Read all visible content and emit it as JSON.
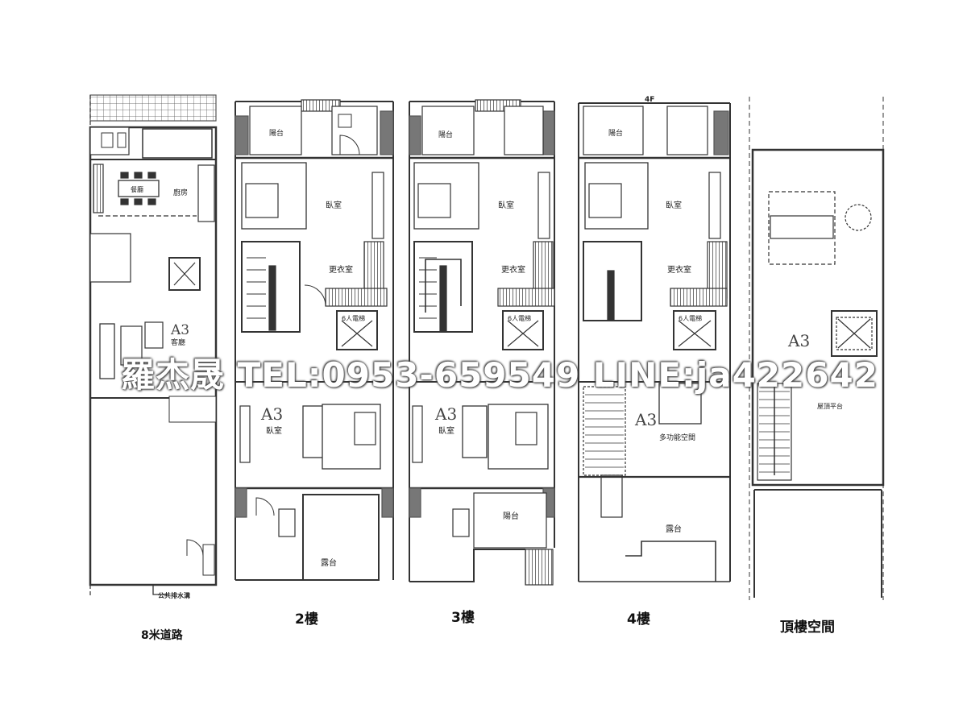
{
  "floors": {
    "ground": {
      "caption": "8米道路",
      "unit": "A3",
      "dining": "餐廳",
      "kitchen": "廚房",
      "living": "客廳",
      "drain": "公共排水溝"
    },
    "f2": {
      "caption": "2樓",
      "unit": "A3",
      "balcony_top": "陽台",
      "bedroom_top": "臥室",
      "closet": "更衣室",
      "elevator": "6人電梯",
      "bedroom_bottom": "臥室",
      "terrace": "露台"
    },
    "f3": {
      "caption": "3樓",
      "unit": "A3",
      "balcony_top": "陽台",
      "bedroom_top": "臥室",
      "closet": "更衣室",
      "elevator": "6人電梯",
      "bedroom_bottom": "臥室",
      "balcony_bottom": "陽台"
    },
    "f4": {
      "caption": "4樓",
      "floor_mark": "4F",
      "unit": "A3",
      "balcony_top": "陽台",
      "bedroom_top": "臥室",
      "closet": "更衣室",
      "elevator": "6人電梯",
      "multi": "多功能空間",
      "terrace": "露台"
    },
    "roof": {
      "caption": "頂樓空間",
      "unit": "A3",
      "platform": "屋頂平台"
    }
  },
  "watermark": "羅杰晟  TEL:0953-659549  LINE:ja422642"
}
